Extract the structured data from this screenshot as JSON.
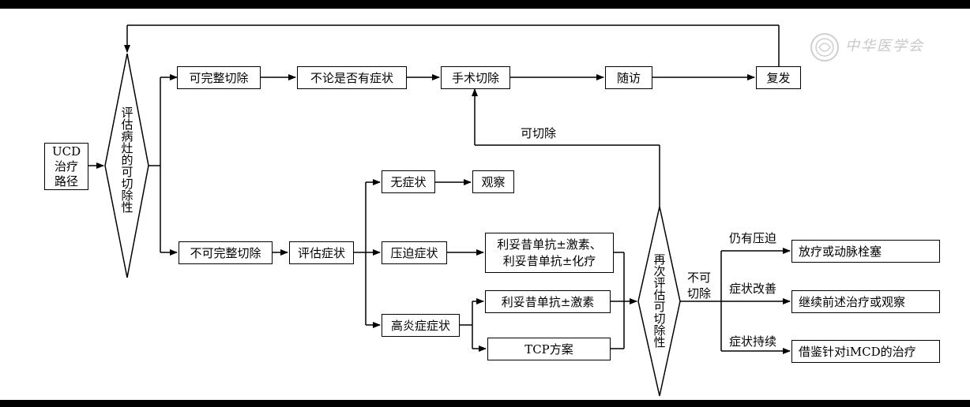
{
  "flowchart": {
    "start": "UCD治疗路径",
    "assess1": "评估病灶的可切除性",
    "complete_resect": "可完整切除",
    "regardless_symptoms": "不论是否有症状",
    "surgery": "手术切除",
    "followup": "随访",
    "relapse": "复发",
    "incomplete_resect": "不可完整切除",
    "assess_symptoms": "评估症状",
    "no_symptoms": "无症状",
    "observe": "观察",
    "compression": "压迫症状",
    "rtx_combo_line1": "利妥昔单抗±激素、",
    "rtx_combo_line2": "利妥昔单抗±化疗",
    "inflammatory": "高炎症症状",
    "rtx_steroid": "利妥昔单抗±激素",
    "tcp": "TCP方案",
    "reassess": "再次评估可切除性",
    "resectable_label": "可切除",
    "unresectable_label": "不可切除",
    "still_compression": "仍有压迫",
    "radiation": "放疗或动脉栓塞",
    "symptom_improve": "症状改善",
    "continue_treatment": "继续前述治疗或观察",
    "symptom_persist": "症状持续",
    "imcd": "借鉴针对iMCD的治疗"
  },
  "watermark": {
    "text": "中华医学会"
  }
}
